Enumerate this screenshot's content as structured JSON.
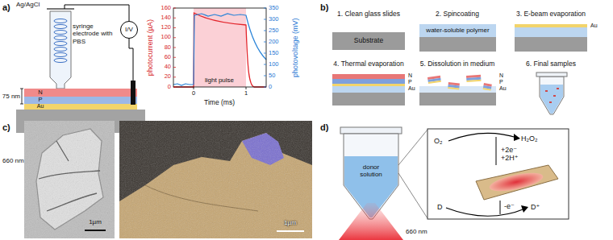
{
  "diagram": {
    "nodes": [
      {
        "text": [
          "I/V"
        ]
      },
      {
        "text": [
          "Substrate"
        ]
      },
      {
        "text": [
          "water-soluble polymer"
        ]
      },
      {
        "text": [
          "donor solution"
        ]
      },
      {
        "text": [
          "O₂",
          "H₂O₂",
          "+2e⁻",
          "+2H⁺",
          "-e⁻",
          "D",
          "D⁺"
        ]
      }
    ],
    "labels": [
      "a)",
      "Ag/AgCl",
      "syringe electrode with PBS",
      "75 nm",
      "N",
      "P",
      "Au",
      "660 nm",
      "photocurrent (µA)",
      "photovoltage (mV)",
      "0",
      "20",
      "40",
      "60",
      "80",
      "100",
      "120",
      "140",
      "160",
      "0",
      "50",
      "100",
      "150",
      "200",
      "250",
      "300",
      "350",
      "0",
      "1",
      "Time (ms)",
      "light pulse",
      "b)",
      "1. Clean glass slides",
      "2. Spincoating",
      "3. E-beam evaporation",
      "4. Thermal evaporation",
      "5. Dissolution in medium",
      "6. Final samples",
      "Au",
      "N",
      "P",
      "Au",
      "N",
      "P",
      "Au",
      "c)",
      "1µm",
      "1µm",
      "d)",
      "660 nm"
    ]
  }
}
